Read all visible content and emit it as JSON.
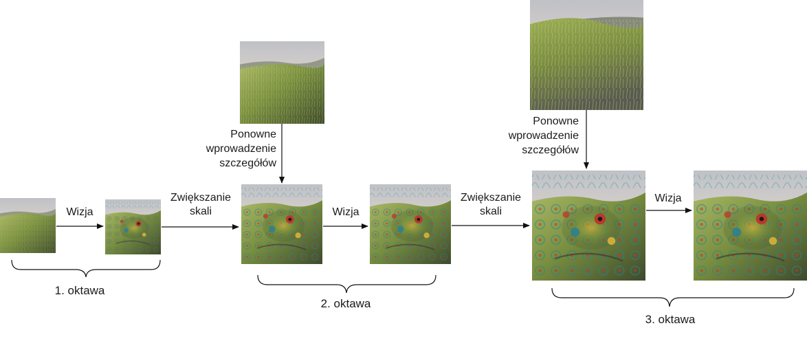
{
  "labels": {
    "vision": "Wizja",
    "upscale_line1": "Zwiększanie",
    "upscale_line2": "skali",
    "reinject_line1": "Ponowne",
    "reinject_line2": "wprowadzenie",
    "reinject_line3": "szczegółów"
  },
  "octaves": [
    {
      "label": "1. oktawa"
    },
    {
      "label": "2. oktawa"
    },
    {
      "label": "3. oktawa"
    }
  ],
  "colors": {
    "sky_top": "#c9c9cc",
    "sky_bottom": "#e2d6cf",
    "hills": "#8a8f7c",
    "grass_light": "#9fb25a",
    "grass_mid": "#6f8a3a",
    "grass_dark": "#3d4a2a",
    "dream_red": "#b8392c",
    "dream_teal": "#2f7f8f",
    "dream_yellow": "#d8b23a",
    "ink": "#111111"
  }
}
